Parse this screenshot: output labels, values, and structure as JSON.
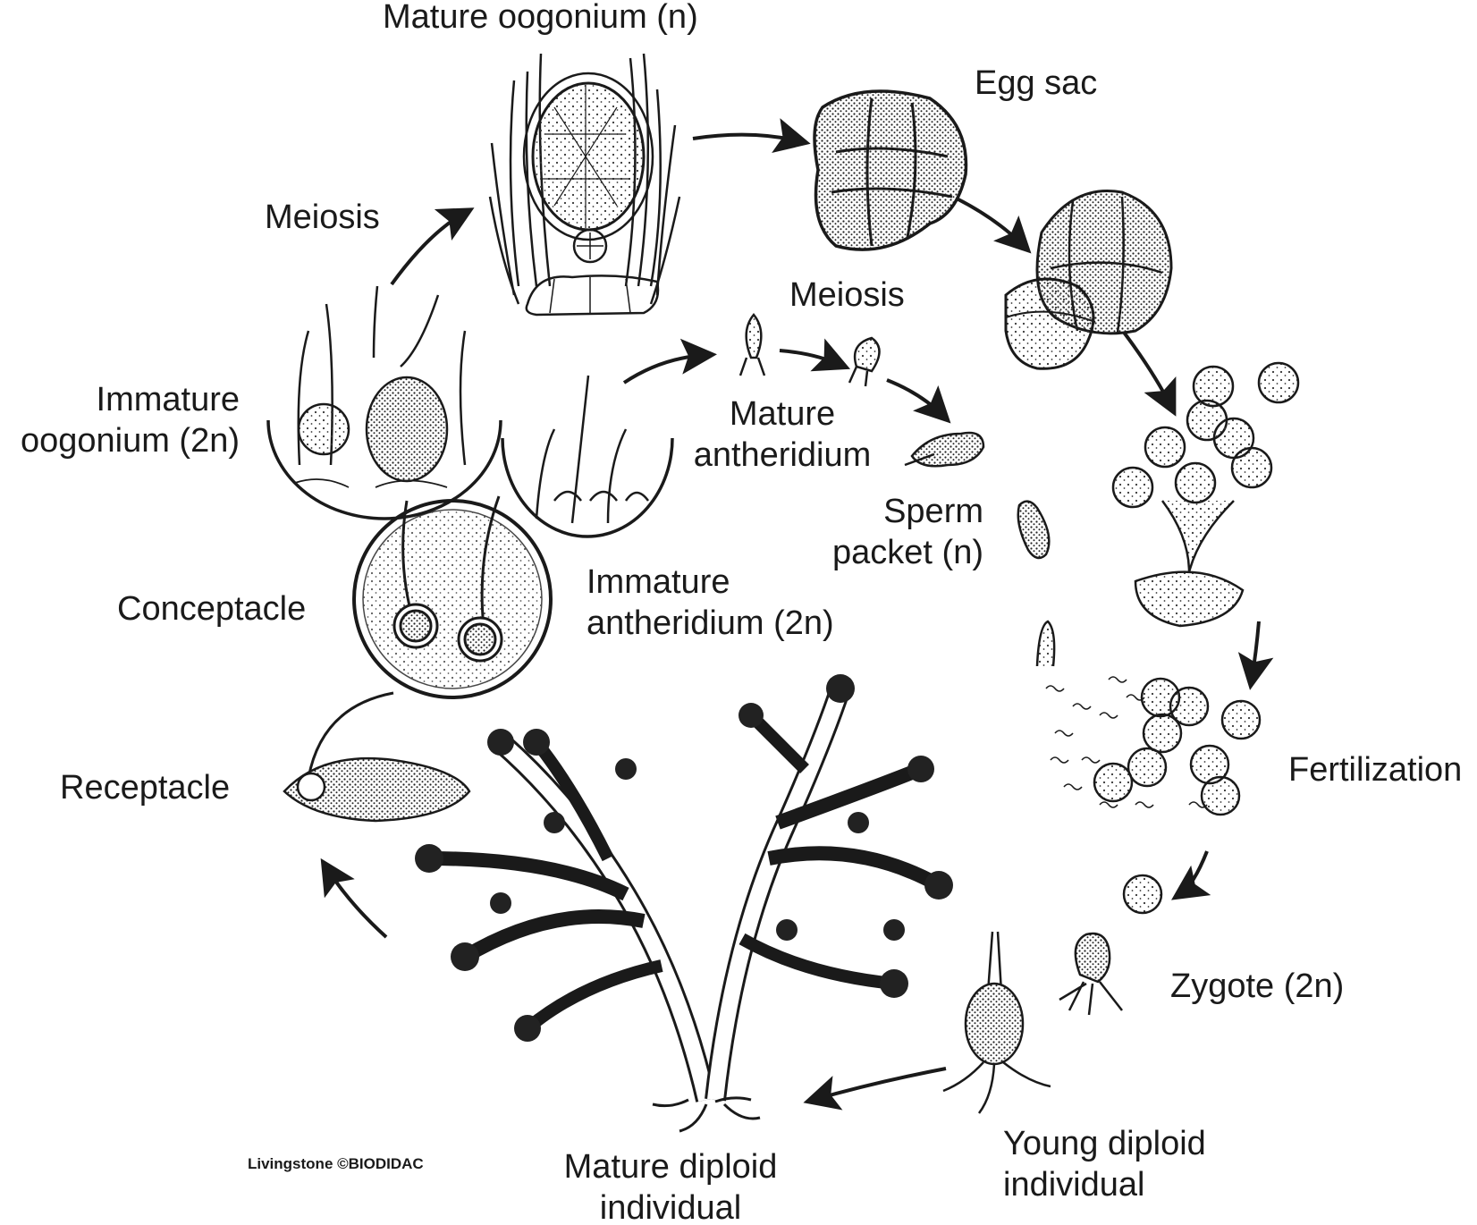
{
  "labels": {
    "mature_oogonium": "Mature oogonium (n)",
    "egg_sac": "Egg sac",
    "meiosis_left": "Meiosis",
    "meiosis_right": "Meiosis",
    "immature_oogonium_1": "Immature",
    "immature_oogonium_2": "oogonium (2n)",
    "mature_antheridium_1": "Mature",
    "mature_antheridium_2": "antheridium",
    "sperm_packet_1": "Sperm",
    "sperm_packet_2": "packet (n)",
    "immature_antheridium_1": "Immature",
    "immature_antheridium_2": "antheridium (2n)",
    "conceptacle": "Conceptacle",
    "receptacle": "Receptacle",
    "fertilization": "Fertilization",
    "zygote": "Zygote (2n)",
    "young_diploid_1": "Young diploid",
    "young_diploid_2": "individual",
    "mature_diploid_1": "Mature diploid",
    "mature_diploid_2": "individual"
  },
  "credit": "Livingstone ©BIODIDAC",
  "colors": {
    "ink": "#1a1a1a",
    "paper": "#ffffff",
    "stipple": "#555555"
  }
}
